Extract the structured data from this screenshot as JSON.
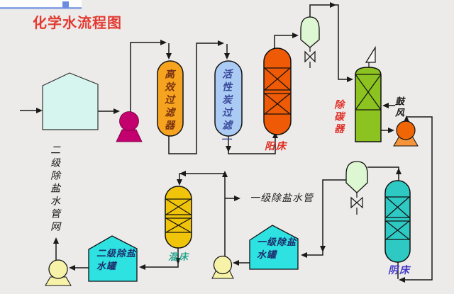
{
  "page": {
    "title": "化学水流程图"
  },
  "labels": {
    "high_eff_filter": "高效过滤器",
    "carbon_filter": "活性炭过滤",
    "carbon_filter_suffix": "—",
    "cation_bed": "阳床",
    "decarbonator": "除碳器",
    "blast_air": "鼓风",
    "anion_bed": "阴床",
    "mixed_bed": "混床",
    "primary_tank_line1": "一级除盐",
    "primary_tank_line2": "水罐",
    "secondary_tank_line1": "二级除盐",
    "secondary_tank_line2": "水罐",
    "primary_pipe": "一级除盐水管",
    "secondary_network": "二级除盐水管网"
  },
  "colors": {
    "title": "#e23a32",
    "raw_tank_fill": "#d7f5ef",
    "feed_pump_fill": "#c2006e",
    "high_eff_filter_fill": "#f6a31f",
    "high_eff_filter_text": "#7a3410",
    "carbon_filter_fill": "#abcbf4",
    "carbon_filter_text": "#3a4a9a",
    "cation_bed_fill": "#ee5a05",
    "cation_label": "#e02a20",
    "flask_fill": "#dcf7d2",
    "decarbonator_fill": "#8cc320",
    "decarbonator_label": "#e03028",
    "blower_pump_fill": "#f06606",
    "blower_base_fill": "#f5943a",
    "anion_bed_fill": "#2fc9c4",
    "anion_label": "#4236c8",
    "mixed_bed_fill": "#f0c40a",
    "mixed_label": "#2aa690",
    "demin_tank_fill": "#2ee2e2",
    "demin_tank_text": "#1c2f6e",
    "small_pump_fill": "#f6f3a8",
    "line": "#1a1a1a"
  }
}
